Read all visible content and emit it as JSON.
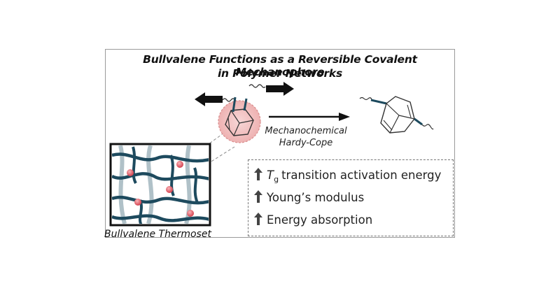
{
  "title": {
    "line1": "Bullvalene Functions as a Reversible Covalent Mechanophore",
    "line2": "in Polymer Networks"
  },
  "reaction_label": {
    "line1": "Mechanochemical",
    "line2": "Hardy-Cope"
  },
  "network_label": "Bullvalene Thermoset",
  "properties": {
    "tg_symbol": "T",
    "tg_subscript": "g",
    "item1": "transition activation energy",
    "item2": "Young’s modulus",
    "item3": "Energy absorption"
  },
  "colors": {
    "polymer": "#1d4a5e",
    "polymer_faint": "#8fa6b1",
    "highlight": "#f3c6c6",
    "node": "#e0616b",
    "arrow": "#111111",
    "frame": "#9a9a9a"
  }
}
